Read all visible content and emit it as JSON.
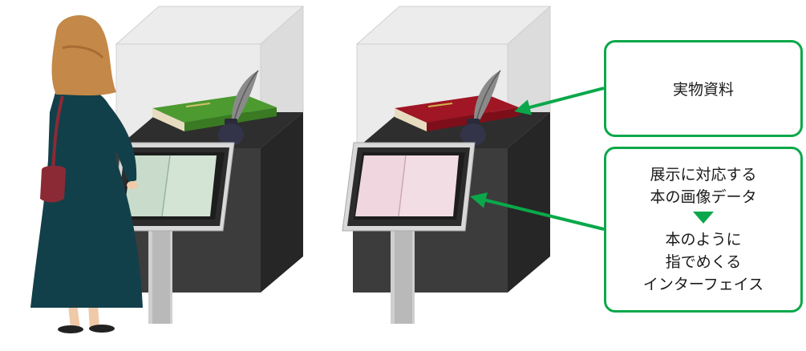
{
  "callouts": {
    "physical": {
      "label": "実物資料"
    },
    "digital": {
      "line1": "展示に対応する",
      "line2": "本の画像データ",
      "line3": "本のように",
      "line4": "指でめくる",
      "line5": "インターフェイス"
    }
  },
  "colors": {
    "accent_green": "#0aa84a",
    "book_green": "#3f8a2a",
    "book_red": "#9a1420",
    "case_dark": "#3a3a3a",
    "glass": "#e6e6e6",
    "dress": "#12404a"
  },
  "icons": [
    "person-figure",
    "display-case",
    "tablet-stand",
    "quill-pen",
    "inkwell",
    "book"
  ]
}
